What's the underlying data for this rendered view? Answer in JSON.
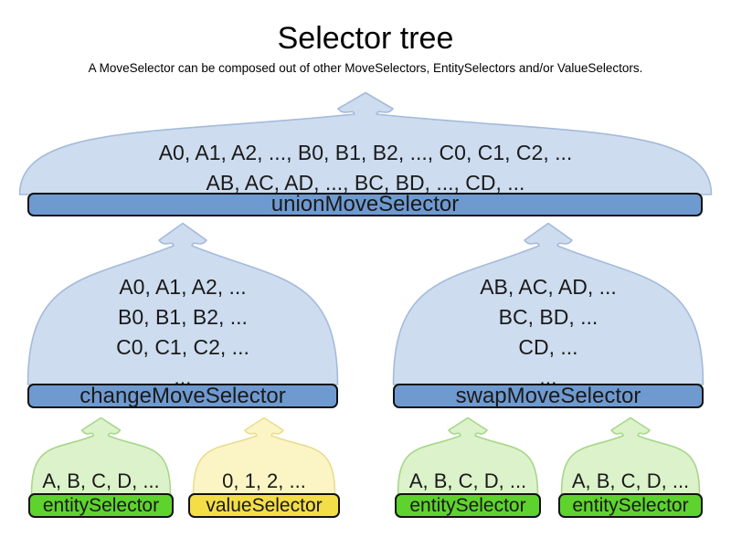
{
  "header": {
    "title": "Selector tree",
    "subtitle": "A MoveSelector can be composed out of other MoveSelectors, EntitySelectors and/or ValueSelectors."
  },
  "palette": {
    "move_funnel_fill": "#cddcef",
    "move_funnel_stroke": "#a4bbdb",
    "move_bar_fill": "#6f9ad0",
    "entity_funnel_fill": "#dcf2cb",
    "entity_funnel_stroke": "#a6d788",
    "entity_bar_fill": "#5ed32d",
    "value_funnel_fill": "#fbf5c5",
    "value_funnel_stroke": "#e9dd8f",
    "bar_border": "#111111",
    "text_color": "#1a1a1a"
  },
  "selectors": {
    "union": {
      "label": "unionMoveSelector",
      "lines": [
        "A0, A1, A2, ..., B0, B1, B2, ..., C0, C1, C2, ...",
        "AB, AC, AD, ..., BC, BD, ..., CD, ..."
      ]
    },
    "change": {
      "label": "changeMoveSelector",
      "lines": [
        "A0, A1, A2, ...",
        "B0, B1, B2, ...",
        "C0, C1, C2, ...",
        "..."
      ]
    },
    "swap": {
      "label": "swapMoveSelector",
      "lines": [
        "AB, AC, AD, ...",
        "BC, BD, ...",
        "CD, ...",
        "..."
      ]
    },
    "entity_left": {
      "label": "entitySelector",
      "lines": [
        "A, B, C, D, ..."
      ]
    },
    "value_left": {
      "label": "valueSelector",
      "lines": [
        "0, 1, 2, ..."
      ]
    },
    "entity_mid": {
      "label": "entitySelector",
      "lines": [
        "A, B, C, D, ..."
      ]
    },
    "entity_right": {
      "label": "entitySelector",
      "lines": [
        "A, B, C, D, ..."
      ]
    }
  }
}
